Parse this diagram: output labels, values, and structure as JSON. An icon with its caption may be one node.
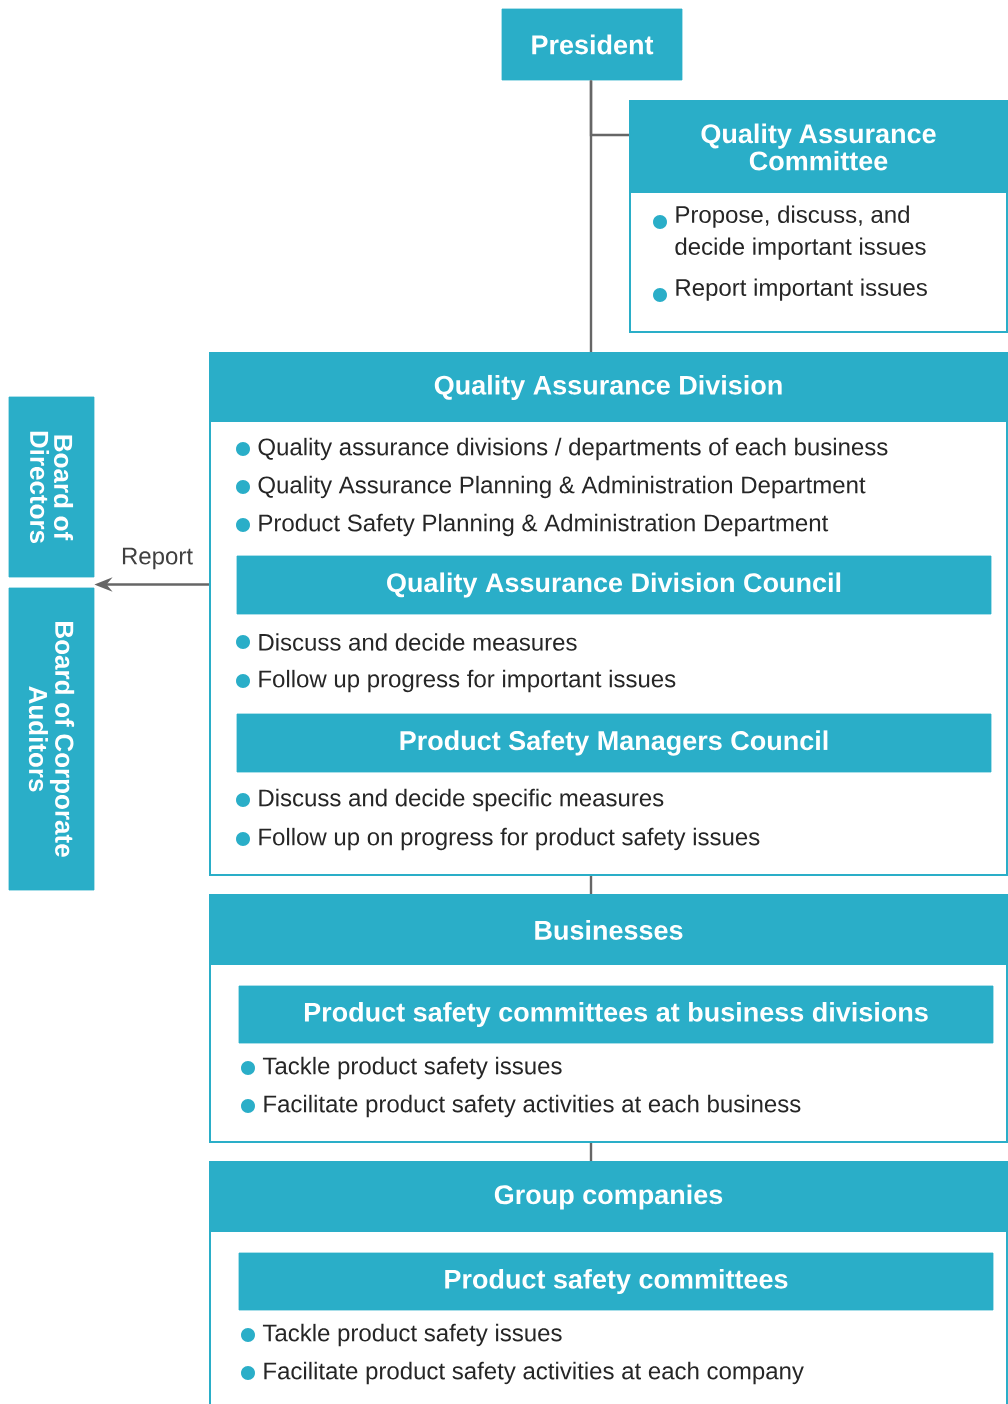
{
  "diagram": {
    "nodes": [
      {
        "text": [
          "President"
        ]
      },
      {
        "text": [
          "Quality Assurance Committee",
          "Propose, discuss, and decide important issues",
          "Report important issues"
        ]
      },
      {
        "text": [
          "Quality Assurance Division",
          "Quality assurance divisions / departments of each business",
          "Quality Assurance Planning & Administration Department",
          "Product Safety Planning & Administration Department"
        ]
      },
      {
        "text": [
          "Quality Assurance Division Council"
        ],
        "in": 2,
        "beside": [
          "Discuss and decide measures",
          "Follow up progress for important issues"
        ]
      },
      {
        "text": [
          "Product Safety Managers Council"
        ],
        "in": 2,
        "beside": [
          "Discuss and decide specific measures",
          "Follow up on progress for product safety issues"
        ]
      },
      {
        "text": [
          "Board of Directors"
        ]
      },
      {
        "text": [
          "Board of Corporate Auditors"
        ]
      },
      {
        "text": [
          "Businesses"
        ]
      },
      {
        "text": [
          "Product safety committees at business divisions"
        ],
        "in": 7,
        "beside": [
          "Tackle product safety issues",
          "Facilitate product safety activities at each business"
        ]
      },
      {
        "text": [
          "Group companies"
        ]
      },
      {
        "text": [
          "Product safety committees"
        ],
        "in": 9,
        "beside": [
          "Tackle product safety issues",
          "Facilitate product safety activities at each company"
        ]
      }
    ],
    "edges": [
      {
        "from": 0,
        "to": 2,
        "arrow": "none"
      },
      {
        "from": 0,
        "to": 1,
        "arrow": "none"
      },
      {
        "from": 2,
        "to": 5,
        "arrow": "to",
        "label": "Report"
      },
      {
        "from": 2,
        "to": 6,
        "arrow": "to"
      },
      {
        "from": 2,
        "to": 7,
        "arrow": "none"
      },
      {
        "from": 7,
        "to": 9,
        "arrow": "none"
      }
    ]
  }
}
